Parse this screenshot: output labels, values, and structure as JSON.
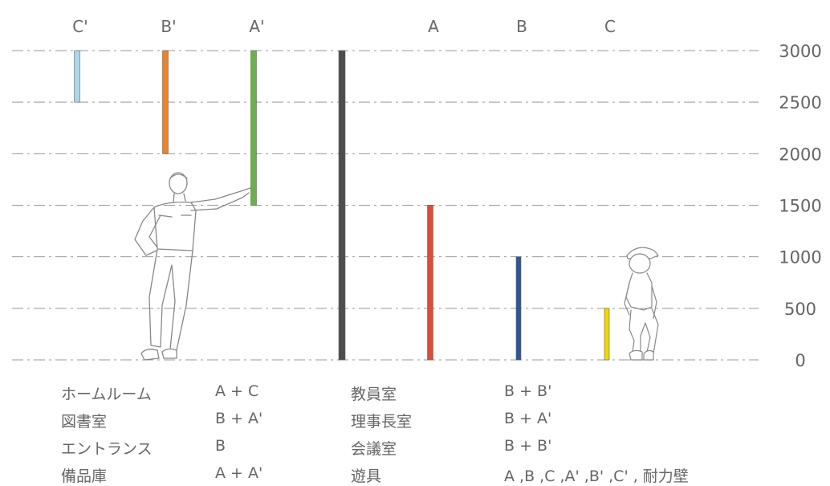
{
  "chart_data": {
    "type": "bar",
    "categories": [
      "C'",
      "B'",
      "A'",
      "",
      "A",
      "B",
      "C"
    ],
    "bars": [
      {
        "label": "C'",
        "from": 2500,
        "to": 3000,
        "color": "#a8d8ea"
      },
      {
        "label": "B'",
        "from": 2000,
        "to": 3000,
        "color": "#e8822e"
      },
      {
        "label": "A'",
        "from": 1500,
        "to": 3000,
        "color": "#6ab04c"
      },
      {
        "label": "",
        "from": 0,
        "to": 3000,
        "color": "#4d4d4d"
      },
      {
        "label": "A",
        "from": 0,
        "to": 1500,
        "color": "#e04a3a"
      },
      {
        "label": "B",
        "from": 0,
        "to": 1000,
        "color": "#2f5597"
      },
      {
        "label": "C",
        "from": 0,
        "to": 500,
        "color": "#f2d600"
      }
    ],
    "ticks": [
      "3000",
      "2500",
      "2000",
      "1500",
      "1000",
      "500",
      "0"
    ],
    "tick_values": [
      3000,
      2500,
      2000,
      1500,
      1000,
      500,
      0
    ],
    "ylim": [
      0,
      3000
    ],
    "grid": true,
    "gridline_color": "#999999",
    "title": "",
    "xlabel": "",
    "ylabel": ""
  },
  "rooms_left": [
    {
      "name": "ホームルーム",
      "code": "A + C"
    },
    {
      "name": "図書室",
      "code": "B + A'"
    },
    {
      "name": "エントランス",
      "code": "B"
    },
    {
      "name": "備品庫",
      "code": "A + A'"
    }
  ],
  "rooms_right": [
    {
      "name": "教員室",
      "code": "B + B'"
    },
    {
      "name": "理事長室",
      "code": "B + A'"
    },
    {
      "name": "会議室",
      "code": "B + B'"
    },
    {
      "name": "遊具",
      "code": "A ,B ,C ,A' ,B' ,C' , 耐力壁"
    }
  ],
  "figures": {
    "adult": "adult-figure-illustration",
    "child": "child-figure-illustration"
  }
}
